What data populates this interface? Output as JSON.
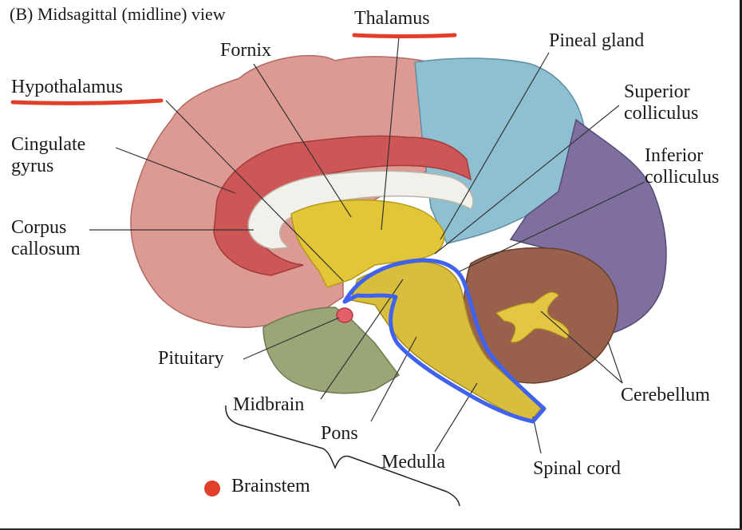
{
  "diagram": {
    "title": "(B)  Midsagittal (midline) view",
    "labels": {
      "thalamus": "Thalamus",
      "fornix": "Fornix",
      "pineal_gland": "Pineal gland",
      "hypothalamus": "Hypothalamus",
      "superior_colliculus": "Superior\ncolliculus",
      "inferior_colliculus": "Inferior\ncolliculus",
      "cingulate_gyrus": "Cingulate\ngyrus",
      "corpus_callosum": "Corpus\ncallosum",
      "pituitary": "Pituitary",
      "cerebellum": "Cerebellum",
      "midbrain": "Midbrain",
      "pons": "Pons",
      "medulla": "Medulla",
      "spinal_cord": "Spinal cord",
      "brainstem": "Brainstem"
    },
    "colors": {
      "cortex": "#dc9a92",
      "parietal": "#8fc0d2",
      "occipital": "#7e6f9f",
      "temporal": "#9aa677",
      "cingulate": "#cf5656",
      "corpus_callosum": "#f2f0ea",
      "diencephalon": "#e3c637",
      "brainstem": "#d9bd3c",
      "cerebellum": "#99614b",
      "cerebellum_white": "#e4c643",
      "pituitary": "#e3606a",
      "leader_line": "#333333",
      "annotation_red": "#e0402a",
      "annotation_blue": "#3f62ef",
      "brainstem_dot": "#e0402a"
    }
  }
}
